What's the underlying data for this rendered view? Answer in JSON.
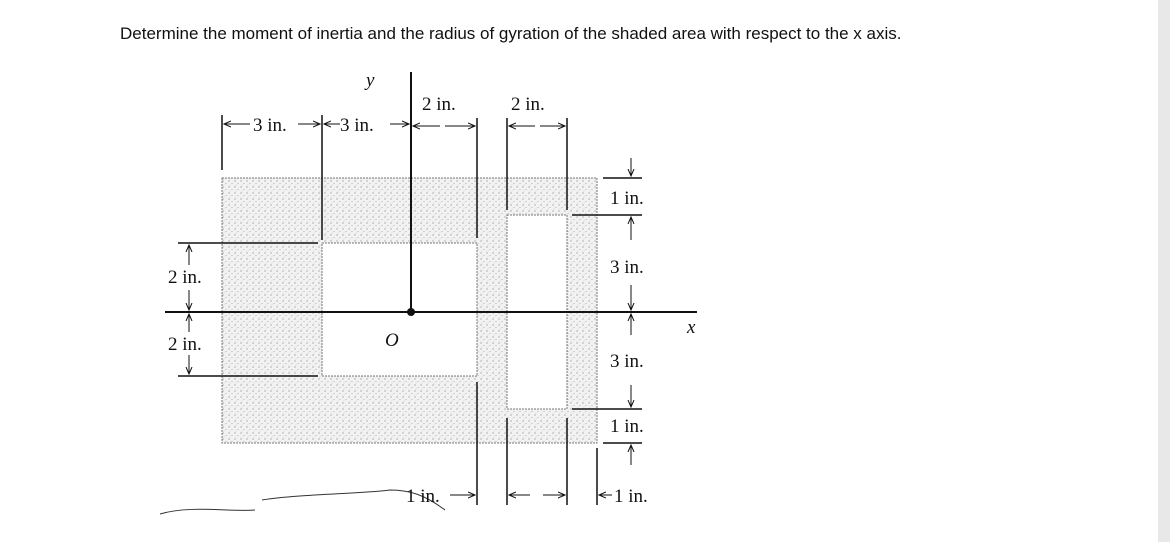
{
  "question": "Determine the moment of inertia and the radius of gyration of the shaded area with respect to the x axis.",
  "figure": {
    "axis_y": "y",
    "axis_x": "x",
    "origin": "O",
    "dims": {
      "top_left_3": "3 in.",
      "top_mid_3": "3 in.",
      "top_2a": "2 in.",
      "top_2b": "2 in.",
      "left_upper_2": "2 in.",
      "left_lower_2": "2 in.",
      "right_top_1": "1 in.",
      "right_upper_3": "3 in.",
      "right_lower_3": "3 in.",
      "right_bottom_1": "1 in.",
      "bottom_1a": "1 in.",
      "bottom_1b": "1 in."
    },
    "shade_color": "#dcdcdc"
  }
}
